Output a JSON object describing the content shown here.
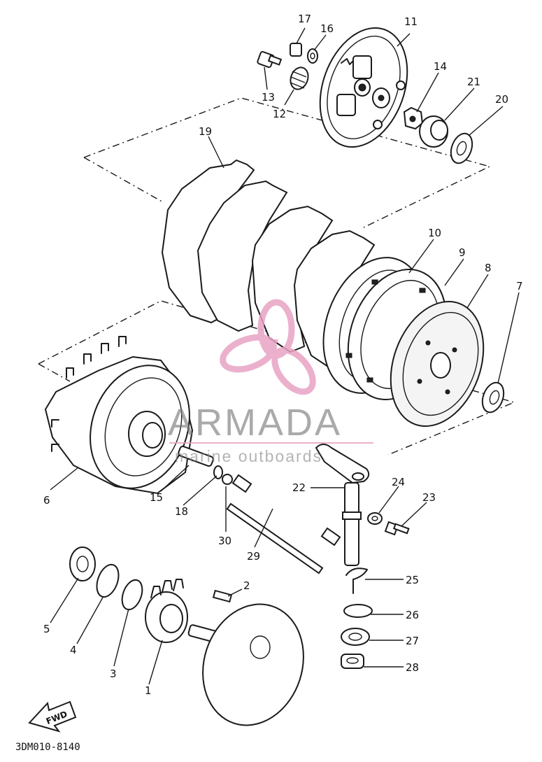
{
  "diagram": {
    "part_labels": [
      {
        "id": "1",
        "text": "1"
      },
      {
        "id": "2",
        "text": "2"
      },
      {
        "id": "3",
        "text": "3"
      },
      {
        "id": "4",
        "text": "4"
      },
      {
        "id": "5",
        "text": "5"
      },
      {
        "id": "6",
        "text": "6"
      },
      {
        "id": "7",
        "text": "7"
      },
      {
        "id": "8",
        "text": "8"
      },
      {
        "id": "9",
        "text": "9"
      },
      {
        "id": "10",
        "text": "10"
      },
      {
        "id": "11",
        "text": "11"
      },
      {
        "id": "12",
        "text": "12"
      },
      {
        "id": "13",
        "text": "13"
      },
      {
        "id": "14",
        "text": "14"
      },
      {
        "id": "15",
        "text": "15"
      },
      {
        "id": "16",
        "text": "16"
      },
      {
        "id": "17",
        "text": "17"
      },
      {
        "id": "18",
        "text": "18"
      },
      {
        "id": "19",
        "text": "19"
      },
      {
        "id": "20",
        "text": "20"
      },
      {
        "id": "21",
        "text": "21"
      },
      {
        "id": "22",
        "text": "22"
      },
      {
        "id": "23",
        "text": "23"
      },
      {
        "id": "24",
        "text": "24"
      },
      {
        "id": "25",
        "text": "25"
      },
      {
        "id": "26",
        "text": "26"
      },
      {
        "id": "27",
        "text": "27"
      },
      {
        "id": "28",
        "text": "28"
      },
      {
        "id": "29",
        "text": "29"
      },
      {
        "id": "30",
        "text": "30"
      }
    ],
    "direction_tag": "FWD",
    "drawing_code": "3DM010-8140"
  },
  "watermark": {
    "brand": "ARMADA",
    "tagline": "marine outboards",
    "logo_color": "#e8a3c4",
    "text_color": "#7a7a7a"
  }
}
